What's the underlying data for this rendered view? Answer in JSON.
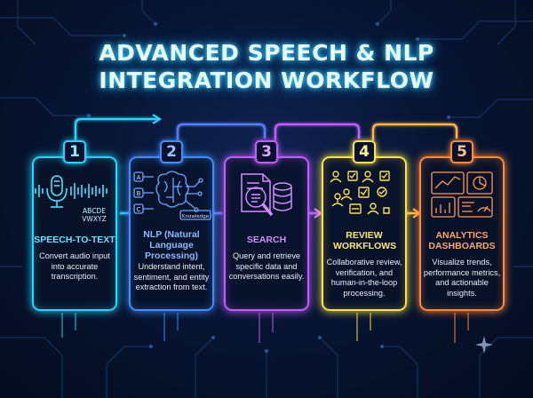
{
  "title": {
    "line1": "ADVANCED SPEECH & NLP",
    "line2": "INTEGRATION WORKFLOW"
  },
  "colors": {
    "step1": "#25d7ff",
    "step2": "#3f8dff",
    "step3": "#c25cff",
    "step4": "#ffe24a",
    "step5": "#ff8a3a",
    "title_glow": "#43d8ff"
  },
  "steps": [
    {
      "number": "1",
      "title": "SPEECH-TO-TEXT",
      "description": "Convert audio input into accurate transcription.",
      "icon": "microphone-waveform-icon",
      "icon_text_line1": "ABCDE",
      "icon_text_line2": "VWXYZ"
    },
    {
      "number": "2",
      "title": "NLP (Natural Language Processing)",
      "description": "Understand intent, sentiment, and entity extraction from text.",
      "icon": "brain-network-icon",
      "icon_labels": [
        "A",
        "B",
        "C"
      ],
      "icon_tag": "Knowledge"
    },
    {
      "number": "3",
      "title": "SEARCH",
      "description": "Query and retrieve specific data and conversations easily.",
      "icon": "search-database-icon"
    },
    {
      "number": "4",
      "title": "REVIEW WORKFLOWS",
      "description": "Collaborative review, verification, and human-in-the-loop processing.",
      "icon": "review-people-icon"
    },
    {
      "number": "5",
      "title": "ANALYTICS DASHBOARDS",
      "description": "Visualize trends, performance metrics, and actionable insights.",
      "icon": "dashboard-charts-icon"
    }
  ]
}
